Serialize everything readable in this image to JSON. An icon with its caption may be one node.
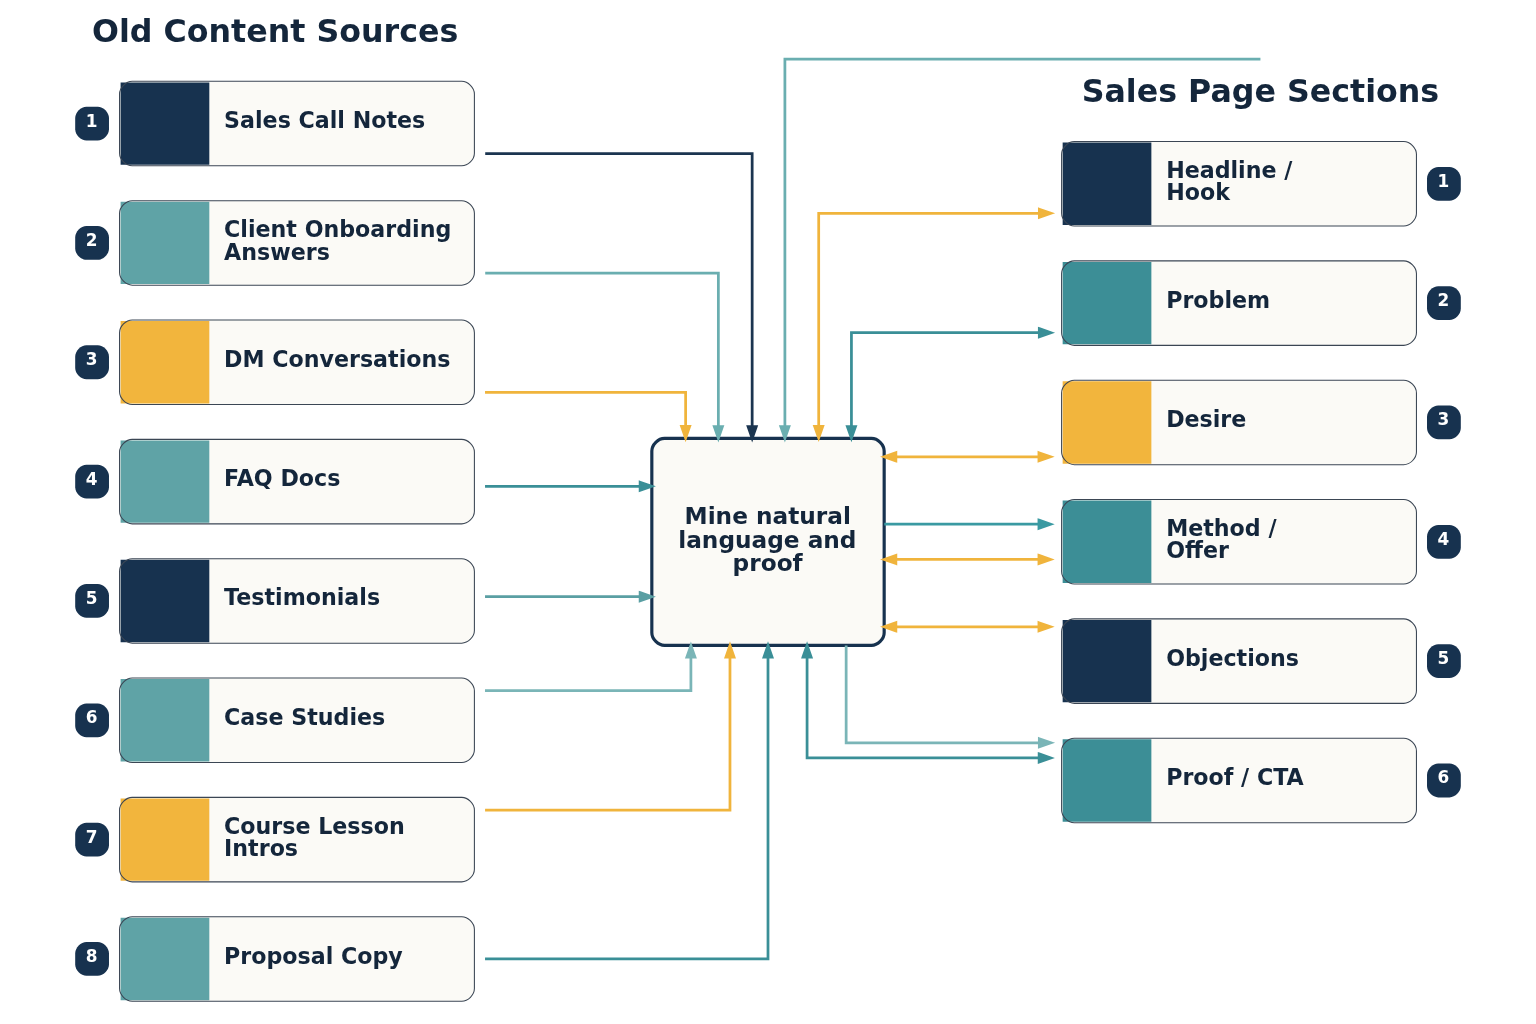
{
  "diagram": {
    "nodes": [
      {
        "text": [
          "Sales Call Notes"
        ],
        "beside": [
          "1"
        ]
      },
      {
        "text": [
          "Client Onboarding Answers"
        ],
        "beside": [
          "2"
        ]
      },
      {
        "text": [
          "DM Conversations"
        ],
        "beside": [
          "3"
        ]
      },
      {
        "text": [
          "FAQ Docs"
        ],
        "beside": [
          "4"
        ]
      },
      {
        "text": [
          "Testimonials"
        ],
        "beside": [
          "5"
        ]
      },
      {
        "text": [
          "Case Studies"
        ],
        "beside": [
          "6"
        ]
      },
      {
        "text": [
          "Course Lesson Intros"
        ],
        "beside": [
          "7"
        ]
      },
      {
        "text": [
          "Proposal Copy"
        ],
        "beside": [
          "8"
        ]
      },
      {
        "text": [
          "Mine natural language and proof"
        ]
      },
      {
        "text": [
          "Headline / Hook"
        ],
        "beside": [
          "1"
        ]
      },
      {
        "text": [
          "Problem"
        ],
        "beside": [
          "2"
        ]
      },
      {
        "text": [
          "Desire"
        ],
        "beside": [
          "3"
        ]
      },
      {
        "text": [
          "Method / Offer"
        ],
        "beside": [
          "4"
        ]
      },
      {
        "text": [
          "Objections"
        ],
        "beside": [
          "5"
        ]
      },
      {
        "text": [
          "Proof / CTA"
        ],
        "beside": [
          "6"
        ]
      }
    ],
    "edges": [
      {
        "from": 0,
        "to": 8,
        "arrow": "to",
        "color": "#1b3550"
      },
      {
        "from": 1,
        "to": 8,
        "arrow": "to",
        "color": "#6aaeb0"
      },
      {
        "from": 2,
        "to": 8,
        "arrow": "to",
        "color": "#f0b43c"
      },
      {
        "from": 3,
        "to": 8,
        "arrow": "to",
        "color": "#3a8f97"
      },
      {
        "from": 4,
        "to": 8,
        "arrow": "to",
        "color": "#5a9fa3"
      },
      {
        "from": 5,
        "to": 8,
        "arrow": "to",
        "color": "#7ab5b7"
      },
      {
        "from": 6,
        "to": 8,
        "arrow": "to",
        "color": "#f0b43c"
      },
      {
        "from": 7,
        "to": 8,
        "arrow": "to",
        "color": "#3a8f97"
      },
      {
        "from": 8,
        "to": 9,
        "arrow": "both",
        "color": "#f0b43c"
      },
      {
        "from": 8,
        "to": 10,
        "arrow": "both",
        "color": "#3a8f97"
      },
      {
        "from": 8,
        "to": 11,
        "arrow": "both",
        "color": "#f0b43c"
      },
      {
        "from": 8,
        "to": 12,
        "arrow": "both",
        "color": "#f0b43c"
      },
      {
        "from": 8,
        "to": 13,
        "arrow": "both",
        "color": "#f0b43c"
      },
      {
        "from": 8,
        "to": 14,
        "arrow": "both",
        "color": "#3a8f97"
      },
      {
        "from": 8,
        "to": 12,
        "arrow": "to",
        "color": "#3a9aa2"
      },
      {
        "from": 8,
        "to": 14,
        "arrow": "to",
        "color": "#7ab5b7"
      },
      {
        "from": null,
        "to": 8,
        "arrow": "to",
        "color": "#6aaeb0"
      }
    ],
    "labels": [
      "Old Content Sources",
      "Sales Page Sections"
    ]
  }
}
